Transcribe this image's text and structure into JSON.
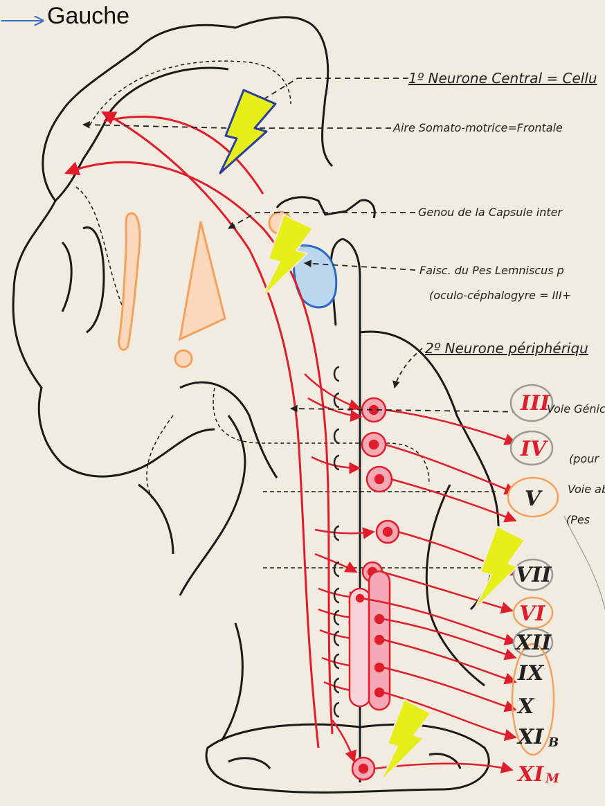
{
  "header": {
    "label": "Gauche",
    "arrow_color": "#3f6fc4"
  },
  "labels": {
    "neurone_central": "1º Neurone Central = Cellu",
    "aire": "Aire Somato-motrice=Frontale",
    "genou": "Genou de la Capsule inter",
    "faisc": "Faisc. du Pes Lemniscus p",
    "oculo": "(oculo-céphalogyre = III+",
    "neurone_periph": "2º Neurone périphériqu",
    "voie_genic": "Voie Génic",
    "pour": "(pour",
    "voie_aber": "Voie aber",
    "pes": "(Pes"
  },
  "nerves": {
    "iii": "III",
    "iv": "IV",
    "v": "V",
    "vii": "VII",
    "vi": "VI",
    "xii": "XII",
    "ix": "IX",
    "x": "X",
    "xi": "XI",
    "xi_b": "B",
    "xi_m_main": "XI",
    "xi_m_sub": "M"
  },
  "colors": {
    "pathway": "#e01e2b",
    "lightning": "#e6f018",
    "lightning_outline": "#2a3f9c",
    "paper": "#f1ebe0",
    "nucleus_fill": "#f5a9b4",
    "orange": "#f4a15c",
    "blue_fill": "#b9d7ee"
  }
}
